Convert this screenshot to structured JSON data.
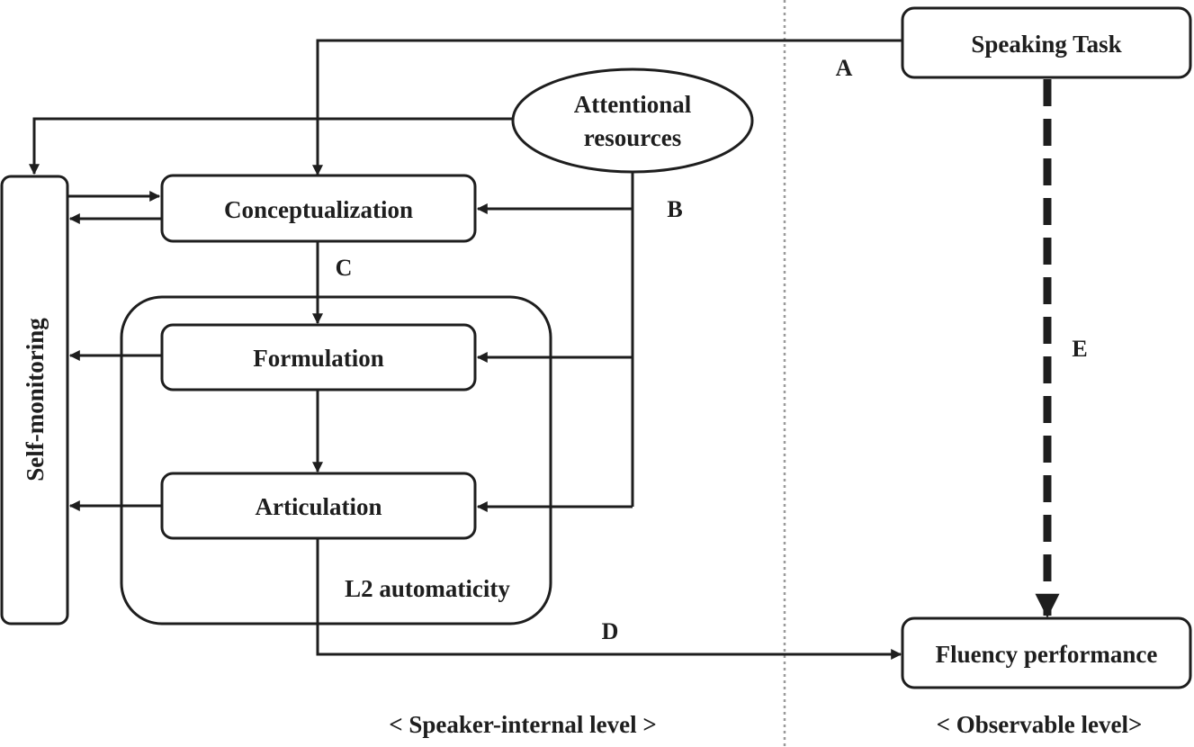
{
  "nodes": {
    "speaking_task": "Speaking Task",
    "attentional_resources_line1": "Attentional",
    "attentional_resources_line2": "resources",
    "conceptualization": "Conceptualization",
    "formulation": "Formulation",
    "articulation": "Articulation",
    "self_monitoring": "Self-monitoring",
    "fluency_performance": "Fluency performance",
    "l2_automaticity": "L2 automaticity"
  },
  "paths": {
    "a": "A",
    "b": "B",
    "c": "C",
    "d": "D",
    "e": "E"
  },
  "levels": {
    "speaker_internal": "< Speaker-internal level >",
    "observable": "< Observable level>"
  },
  "colors": {
    "ink": "#1e1e1e",
    "divider": "#9a9a9a"
  }
}
